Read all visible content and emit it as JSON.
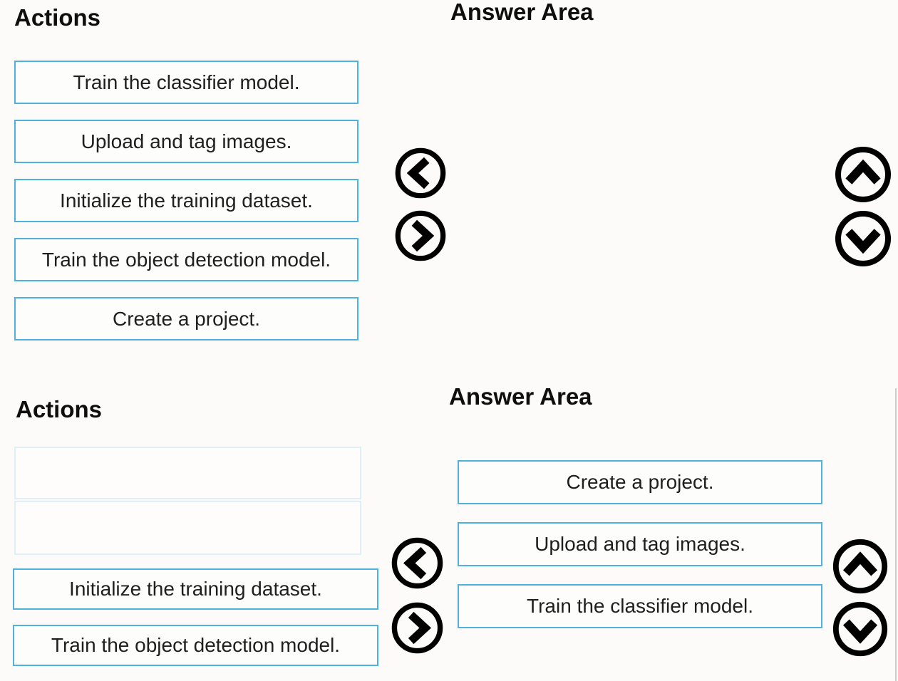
{
  "colors": {
    "accent_border": "#4fb2dd",
    "box_text": "#1f1f1f",
    "heading_text": "#0e0e0e",
    "ghost_border": "#e2eef5",
    "divider_line": "#cccccc",
    "icon_black": "#000000"
  },
  "top_panel": {
    "actions_title": "Actions",
    "answer_title": "Answer Area",
    "actions": [
      "Train the classifier model.",
      "Upload and tag images.",
      "Initialize the training dataset.",
      "Train the object detection model.",
      "Create a project."
    ],
    "answers": []
  },
  "bottom_panel": {
    "actions_title": "Actions",
    "answer_title": "Answer Area",
    "actions": [
      "Initialize the training dataset.",
      "Train the object detection model."
    ],
    "answers": [
      "Create a project.",
      "Upload and tag images.",
      "Train the classifier model."
    ]
  },
  "controls": {
    "move_left": "chevron-left-circle",
    "move_right": "chevron-right-circle",
    "move_up": "chevron-up-circle",
    "move_down": "chevron-down-circle"
  }
}
